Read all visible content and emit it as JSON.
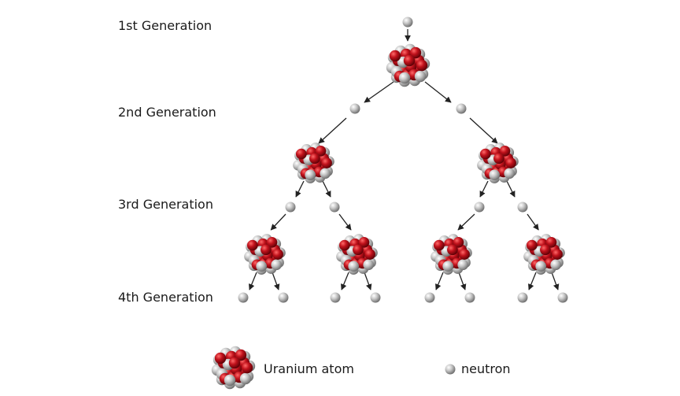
{
  "generations": [
    {
      "label": "1st Generation"
    },
    {
      "label": "2nd Generation"
    },
    {
      "label": "3rd Generation"
    },
    {
      "label": "4th Generation"
    }
  ],
  "legend": {
    "uranium_label": "Uranium atom",
    "neutron_label": "neutron"
  },
  "colors": {
    "uranium_red": "#b3121b",
    "neutron_gray": "#a9a9a9",
    "arrow": "#222222"
  }
}
